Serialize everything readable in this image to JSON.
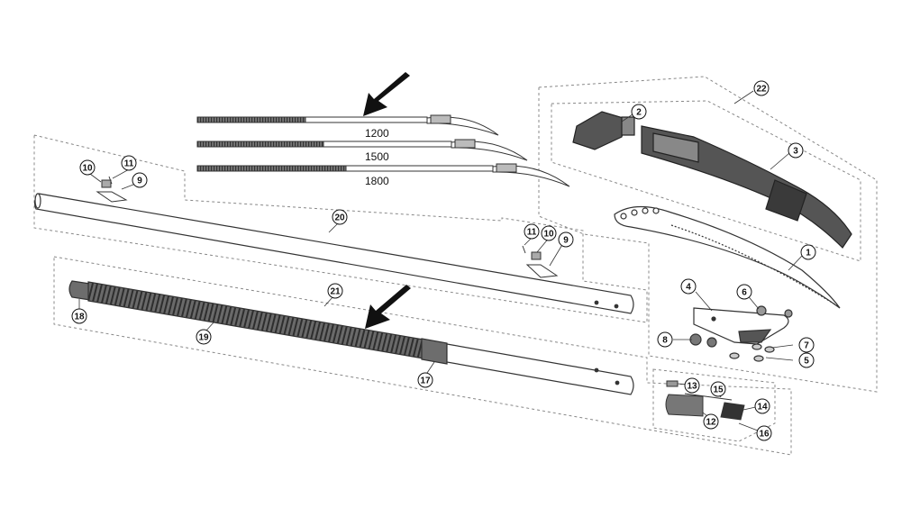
{
  "models": [
    {
      "label": "1200"
    },
    {
      "label": "1500"
    },
    {
      "label": "1800"
    }
  ],
  "callouts": {
    "c1": "1",
    "c2": "2",
    "c3": "3",
    "c4": "4",
    "c5": "5",
    "c6": "6",
    "c7": "7",
    "c8": "8",
    "c9a": "9",
    "c9b": "9",
    "c10a": "10",
    "c10b": "10",
    "c11a": "11",
    "c11b": "11",
    "c12": "12",
    "c13": "13",
    "c14": "14",
    "c15": "15",
    "c16": "16",
    "c17": "17",
    "c18": "18",
    "c19": "19",
    "c20": "20",
    "c21": "21",
    "c22": "22"
  },
  "colors": {
    "line": "#333333",
    "grip": "#4a4a4a",
    "dashed": "#888888",
    "arrow": "#111111"
  }
}
